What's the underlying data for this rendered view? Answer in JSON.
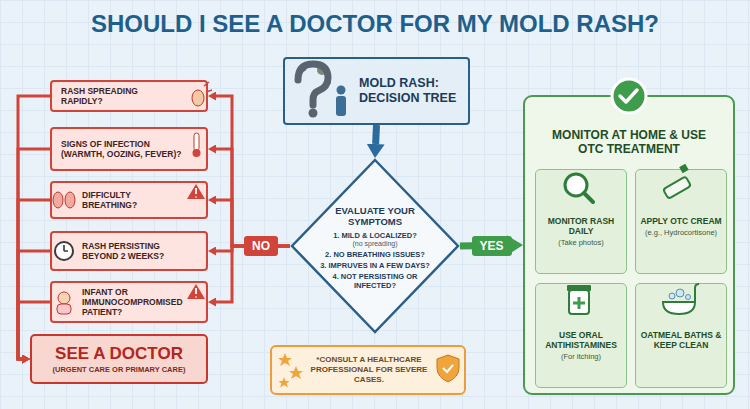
{
  "diagram": {
    "title": "SHOULD I SEE A DOCTOR FOR MY MOLD RASH?",
    "nodes": [
      {
        "text": [
          "MOLD RASH: DECISION TREE"
        ]
      },
      {
        "text": [
          "RASH SPREADING RAPIDLY?"
        ]
      },
      {
        "text": [
          "SIGNS OF INFECTION (WARMTH, OOZING, FEVER)?"
        ]
      },
      {
        "text": [
          "DIFFICULTY BREATHING?"
        ]
      },
      {
        "text": [
          "RASH PERSISTING BEYOND 2 WEEKS?"
        ]
      },
      {
        "text": [
          "INFANT OR IMMUNOCOMPROMISED PATIENT?"
        ]
      },
      {
        "text": [
          "SEE A DOCTOR",
          "(URGENT CARE OR PRIMARY CARE)"
        ]
      },
      {
        "text": [
          "EVALUATE YOUR SYMPTOMS",
          "1. MILD & LOCALIZED?",
          "(no spreading)",
          "2. NO BREATHING ISSUES?",
          "3. IMPRUVES IN A FEW DAYS?",
          "4. NOT PERSISTING OR INFECTED?"
        ]
      },
      {
        "text": [
          "MONITOR AT HOME & USE OTC TREATMENT"
        ]
      },
      {
        "text": [
          "MONITOR RASH DAILY",
          "(Take photos)"
        ],
        "in": 8
      },
      {
        "text": [
          "APPLY OTC CREAM",
          "(e.g., Hydrocortisone)"
        ],
        "in": 8
      },
      {
        "text": [
          "USE ORAL ANTIHISTAMINES",
          "(For itching)"
        ],
        "in": 8
      },
      {
        "text": [
          "OATMEAL BATHS & KEEP CLEAN"
        ],
        "in": 8
      },
      {
        "text": [
          "*CONSULT A HEALTHCARE PROFESSIONAL FOR SEVERE CASES."
        ]
      }
    ],
    "edges": [
      {
        "from": 0,
        "to": 7,
        "arrow": "to"
      },
      {
        "from": 7,
        "to": 1,
        "arrow": "to"
      },
      {
        "from": 7,
        "to": 2,
        "arrow": "to"
      },
      {
        "from": 7,
        "to": 3,
        "arrow": "to"
      },
      {
        "from": 7,
        "to": 4,
        "label": "NO",
        "arrow": "to"
      },
      {
        "from": 7,
        "to": 5,
        "arrow": "to"
      },
      {
        "from": 1,
        "to": 6,
        "arrow": "to"
      },
      {
        "from": 2,
        "to": 6,
        "arrow": "to"
      },
      {
        "from": 3,
        "to": 6,
        "arrow": "to"
      },
      {
        "from": 4,
        "to": 6,
        "arrow": "to"
      },
      {
        "from": 5,
        "to": 6,
        "arrow": "to"
      },
      {
        "from": 7,
        "to": 8,
        "label": "YES",
        "arrow": "to"
      }
    ]
  }
}
